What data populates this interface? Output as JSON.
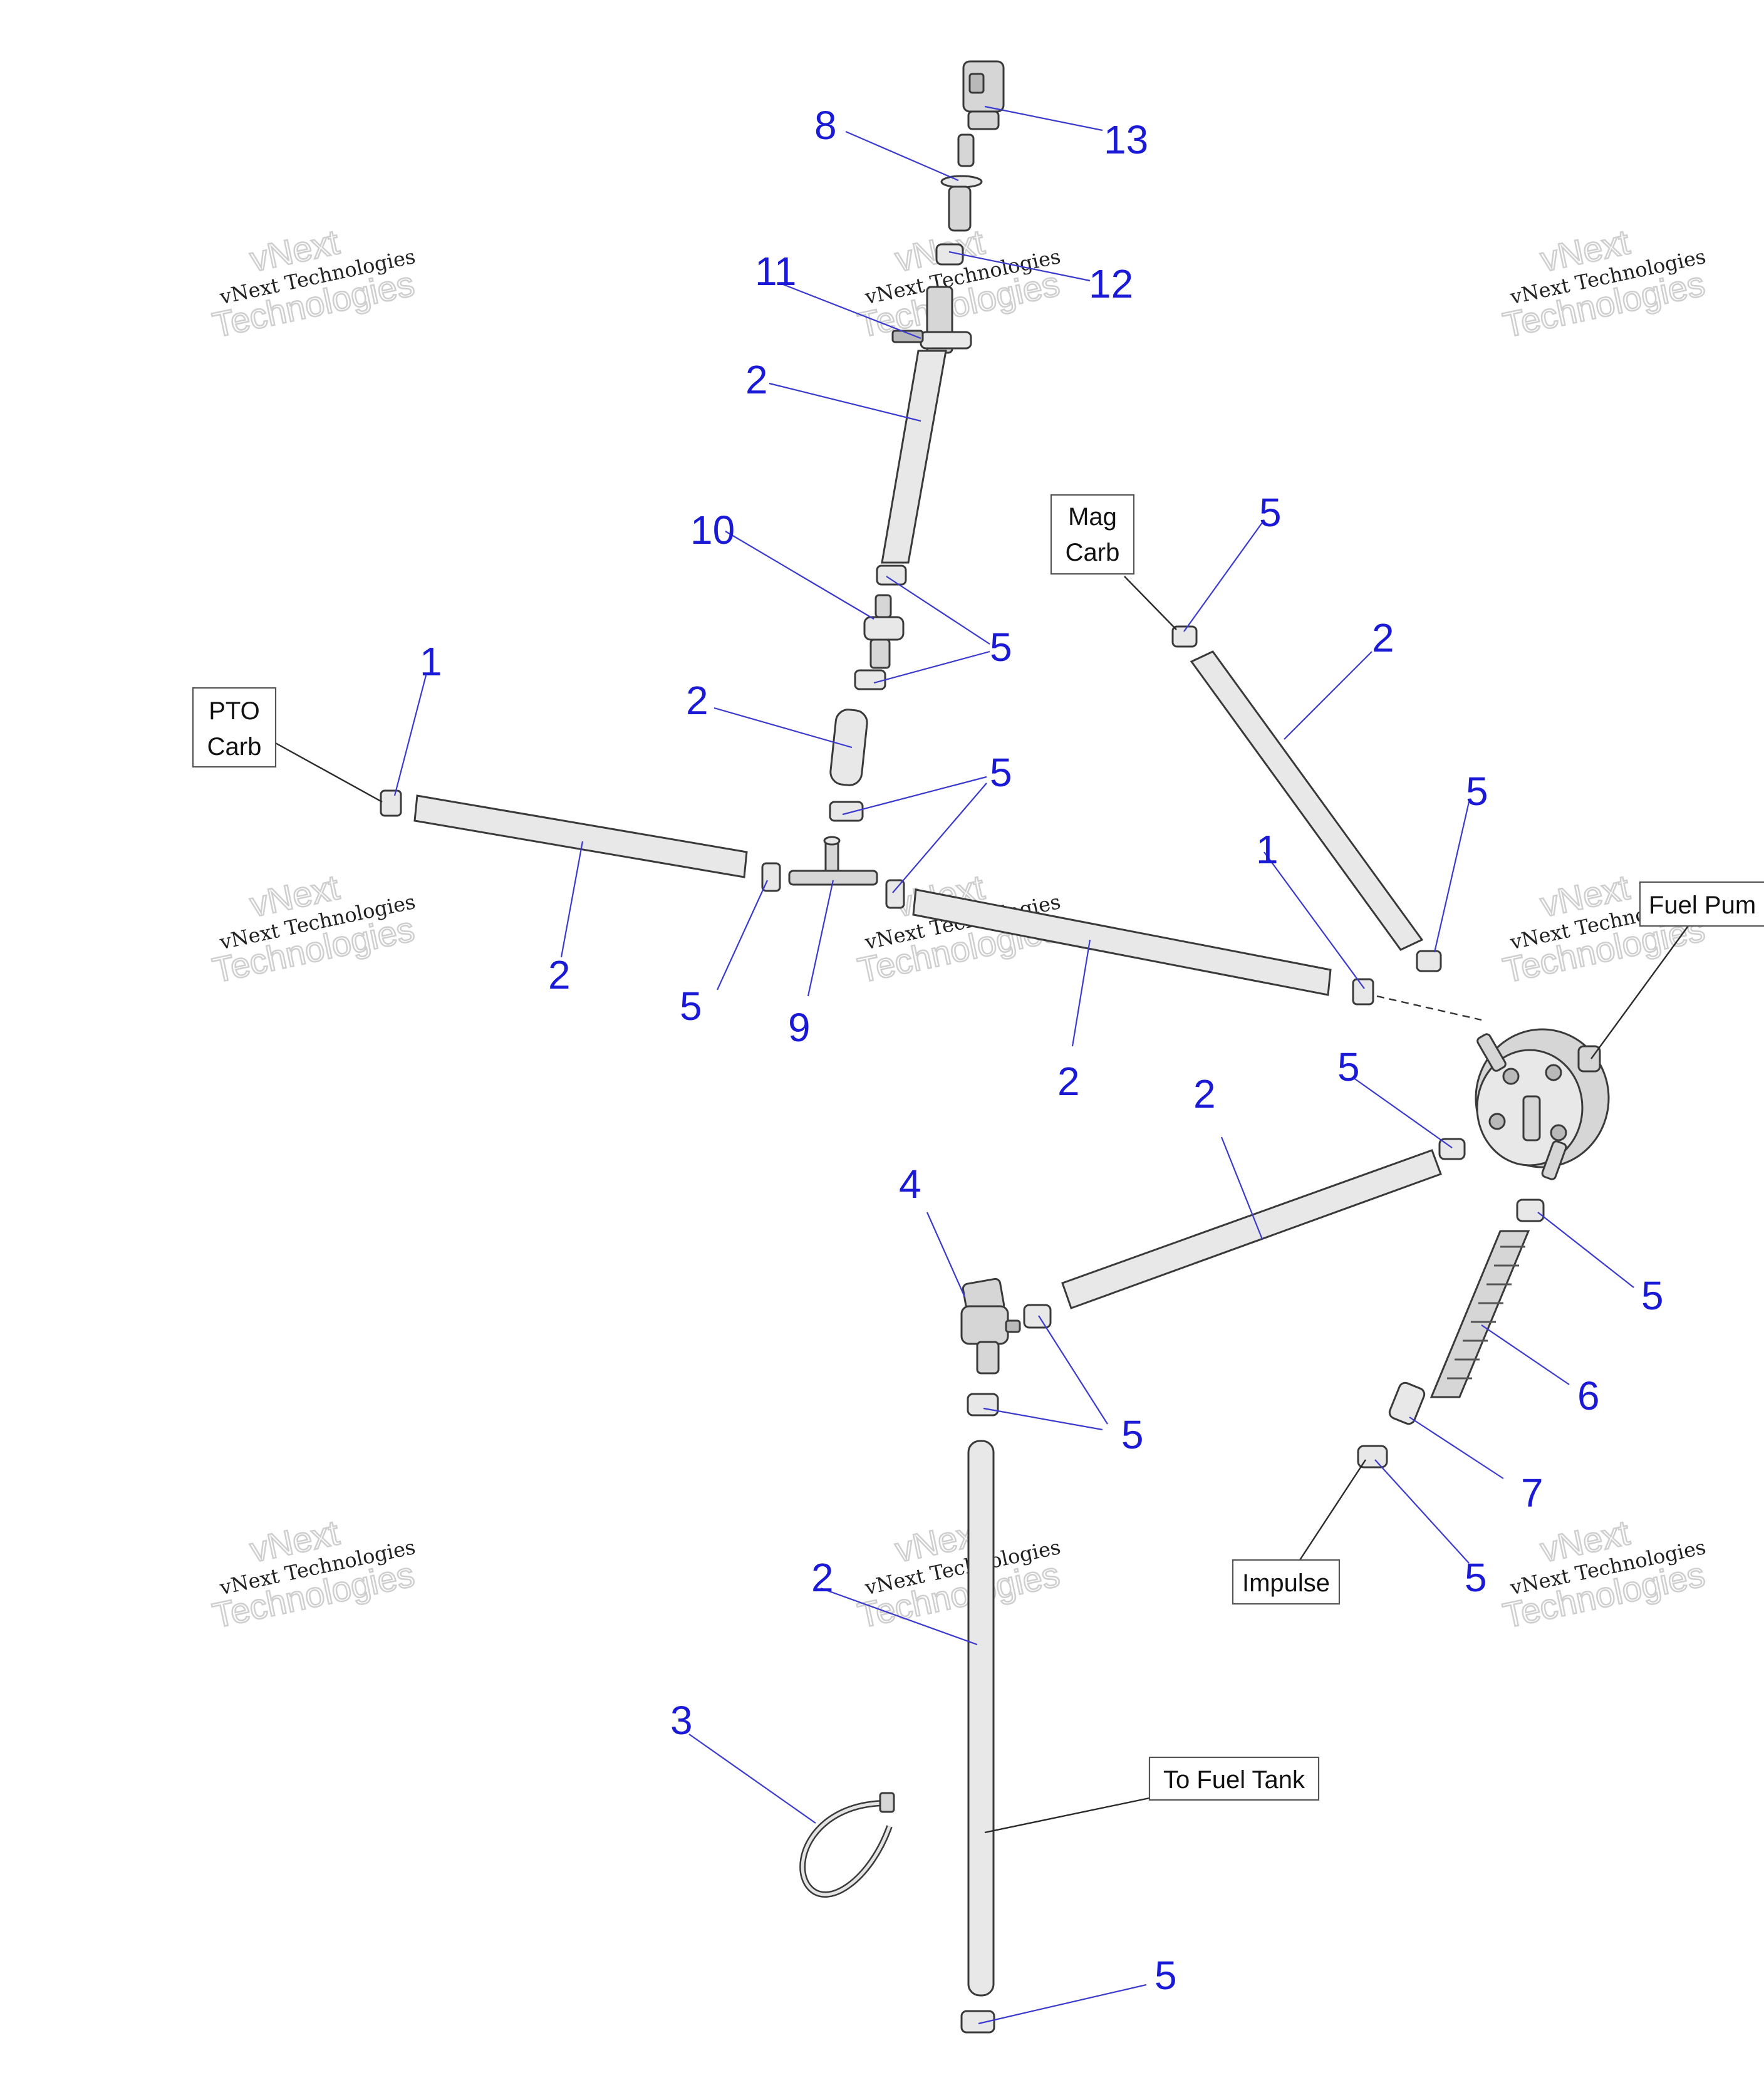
{
  "callouts": [
    "13",
    "8",
    "12",
    "11",
    "2",
    "10",
    "5",
    "5",
    "2",
    "5",
    "1",
    "2",
    "5",
    "9",
    "2",
    "1",
    "5",
    "2",
    "5",
    "2",
    "4",
    "5",
    "5",
    "6",
    "7",
    "5",
    "2",
    "3",
    "5",
    "5",
    "5"
  ],
  "labels": {
    "pto_carb_line1": "PTO",
    "pto_carb_line2": "Carb",
    "mag_carb_line1": "Mag",
    "mag_carb_line2": "Carb",
    "fuel_pump": "Fuel Pum",
    "impulse": "Impulse",
    "to_fuel_tank": "To Fuel Tank"
  },
  "watermark": {
    "line1": "vNext",
    "line2": "vNext Technologies",
    "line3": "Technologies"
  },
  "colors": {
    "callout": "#1a1ad6",
    "leader": "#3a3ad0",
    "part": "#d6d6d6"
  }
}
